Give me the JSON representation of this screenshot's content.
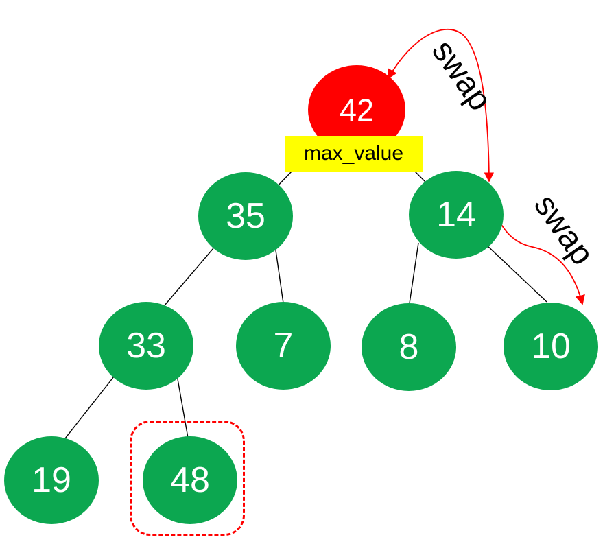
{
  "diagram": {
    "type": "binary-max-heap",
    "max_label": {
      "text": "max_value",
      "bg_color": "#FFFF00",
      "text_color": "#000000"
    },
    "annotations": [
      {
        "text": "swap",
        "between": [
          "42",
          "14"
        ]
      },
      {
        "text": "swap",
        "between": [
          "14",
          "10"
        ]
      }
    ],
    "nodes": {
      "n42": {
        "value": "42",
        "color": "#FF0000",
        "state": "max-value-highlight"
      },
      "n35": {
        "value": "35",
        "color": "#0CA750",
        "state": "normal"
      },
      "n14": {
        "value": "14",
        "color": "#0CA750",
        "state": "normal"
      },
      "n33": {
        "value": "33",
        "color": "#0CA750",
        "state": "normal"
      },
      "n7": {
        "value": "7",
        "color": "#0CA750",
        "state": "normal"
      },
      "n8": {
        "value": "8",
        "color": "#0CA750",
        "state": "normal"
      },
      "n10": {
        "value": "10",
        "color": "#0CA750",
        "state": "normal"
      },
      "n19": {
        "value": "19",
        "color": "#0CA750",
        "state": "normal"
      },
      "n48": {
        "value": "48",
        "color": "#0CA750",
        "state": "dashed-red-outline"
      }
    },
    "tree_edges": [
      [
        "42",
        "35"
      ],
      [
        "42",
        "14"
      ],
      [
        "35",
        "33"
      ],
      [
        "35",
        "7"
      ],
      [
        "14",
        "8"
      ],
      [
        "14",
        "10"
      ],
      [
        "33",
        "19"
      ],
      [
        "33",
        "48"
      ]
    ],
    "colors": {
      "node_green": "#0CA750",
      "node_red": "#FF0000",
      "label_yellow": "#FFFF00",
      "arrow_red": "#FF0000",
      "edge_black": "#000000",
      "node_text": "#FFFFFF"
    }
  }
}
